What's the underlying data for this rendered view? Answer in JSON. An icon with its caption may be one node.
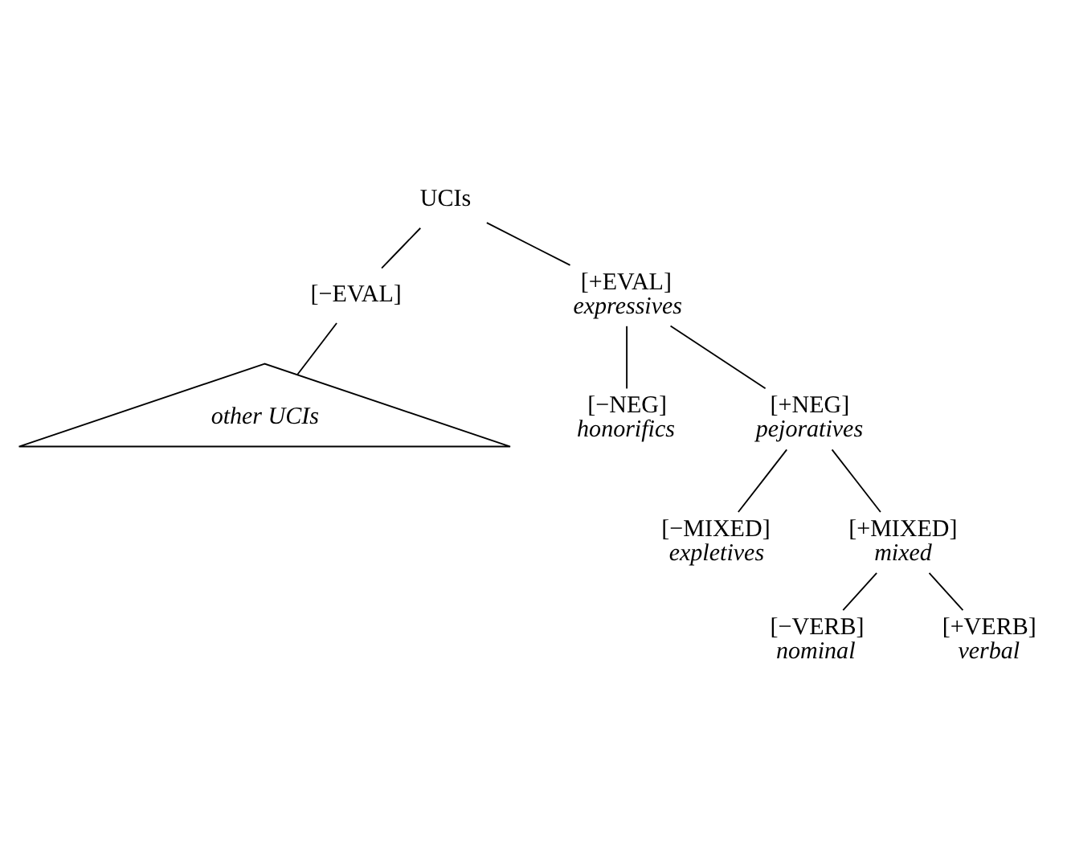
{
  "diagram": {
    "nodes": [
      {
        "text": [
          "UCIs"
        ]
      },
      {
        "text": [
          "[−EVAL]"
        ]
      },
      {
        "text": [
          "other UCIs"
        ]
      },
      {
        "text": [
          "[+EVAL]",
          "expressives"
        ]
      },
      {
        "text": [
          "[−NEG]",
          "honorifics"
        ]
      },
      {
        "text": [
          "[+NEG]",
          "pejoratives"
        ]
      },
      {
        "text": [
          "[−MIXED]",
          "expletives"
        ]
      },
      {
        "text": [
          "[+MIXED]",
          "mixed"
        ]
      },
      {
        "text": [
          "[−VERB]",
          "nominal"
        ]
      },
      {
        "text": [
          "[+VERB]",
          "verbal"
        ]
      }
    ],
    "edges": [
      {
        "from": 0,
        "to": 1,
        "arrow": "none"
      },
      {
        "from": 0,
        "to": 3,
        "arrow": "none"
      },
      {
        "from": 1,
        "to": 2,
        "arrow": "none"
      },
      {
        "from": 3,
        "to": 4,
        "arrow": "none"
      },
      {
        "from": 3,
        "to": 5,
        "arrow": "none"
      },
      {
        "from": 5,
        "to": 6,
        "arrow": "none"
      },
      {
        "from": 5,
        "to": 7,
        "arrow": "none"
      },
      {
        "from": 7,
        "to": 8,
        "arrow": "none"
      },
      {
        "from": 7,
        "to": 9,
        "arrow": "none"
      }
    ]
  }
}
